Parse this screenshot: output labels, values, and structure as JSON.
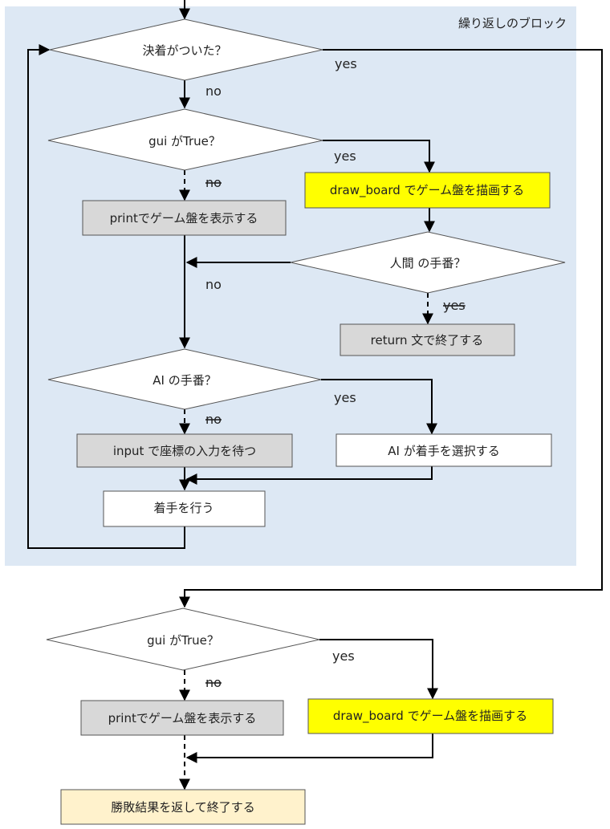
{
  "loop_block_label": "繰り返しのブロック",
  "colors": {
    "loop_block_bg": "#dde8f4",
    "decision_fill": "#ffffff",
    "gray_box": "#d8d8d8",
    "yellow_box": "#ffff00",
    "cream_box": "#fff2cc",
    "white_box": "#ffffff"
  },
  "decisions": {
    "settled": "決着がついた？",
    "gui_true_1": "gui がTrue？",
    "human_turn": "人間 の手番？",
    "ai_turn": "AI の手番？",
    "gui_true_2": "gui がTrue？"
  },
  "boxes": {
    "draw_board_1": "draw_board でゲーム盤を描画する",
    "print_board_1": "printでゲーム盤を表示する",
    "return_end": "return 文で終了する",
    "input_coord": "input で座標の入力を待つ",
    "ai_select": "AI が着手を選択する",
    "make_move": "着手を行う",
    "print_board_2": "printでゲーム盤を表示する",
    "draw_board_2": "draw_board でゲーム盤を描画する",
    "return_result": "勝敗結果を返して終了する"
  },
  "branch_labels": {
    "settled_yes": "yes",
    "settled_no": "no",
    "gui1_yes": "yes",
    "gui1_no": "no",
    "human_no": "no",
    "human_yes": "yes",
    "ai_yes": "yes",
    "ai_no": "no",
    "gui2_yes": "yes",
    "gui2_no": "no"
  }
}
